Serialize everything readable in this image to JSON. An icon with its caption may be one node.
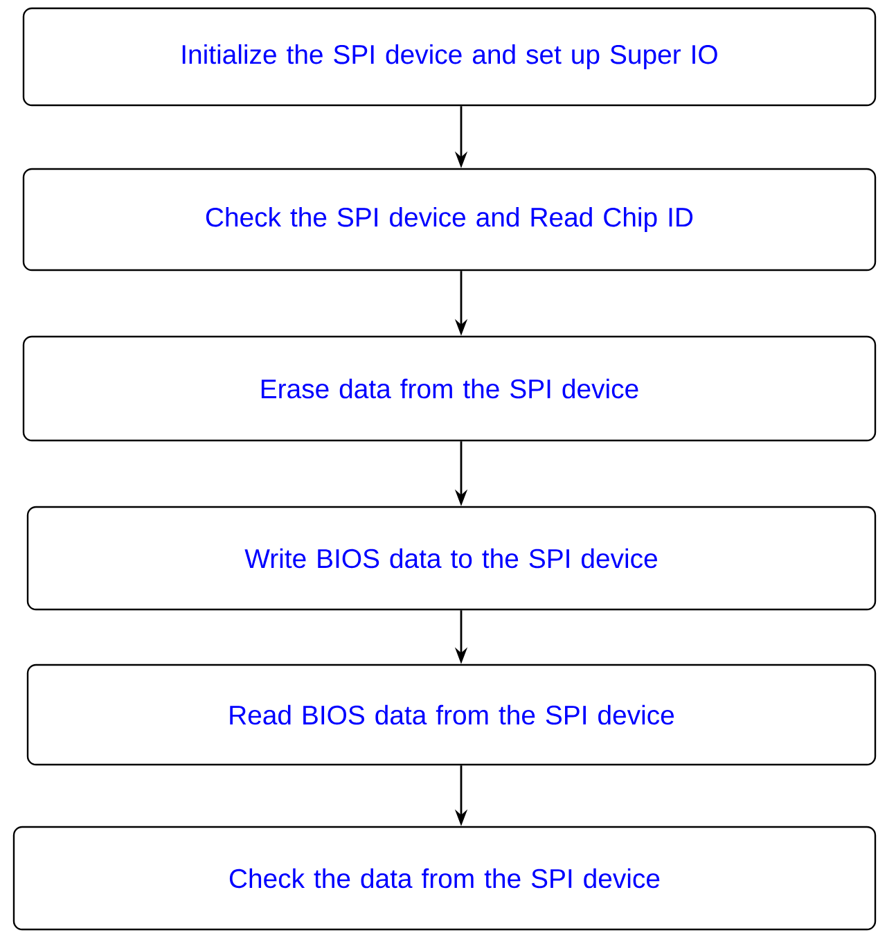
{
  "diagram": {
    "nodes": [
      {
        "text": [
          "Initialize the SPI device and set up Super IO"
        ]
      },
      {
        "text": [
          "Check the SPI device and Read Chip ID"
        ]
      },
      {
        "text": [
          "Erase data from the SPI device"
        ]
      },
      {
        "text": [
          "Write BIOS data to the SPI device"
        ]
      },
      {
        "text": [
          "Read BIOS data from the SPI device"
        ]
      },
      {
        "text": [
          "Check the data from the SPI device"
        ]
      }
    ],
    "edges": [
      {
        "from": 0,
        "to": 1,
        "arrow": "to"
      },
      {
        "from": 1,
        "to": 2,
        "arrow": "to"
      },
      {
        "from": 2,
        "to": 3,
        "arrow": "to"
      },
      {
        "from": 3,
        "to": 4,
        "arrow": "to"
      },
      {
        "from": 4,
        "to": 5,
        "arrow": "to"
      }
    ]
  }
}
